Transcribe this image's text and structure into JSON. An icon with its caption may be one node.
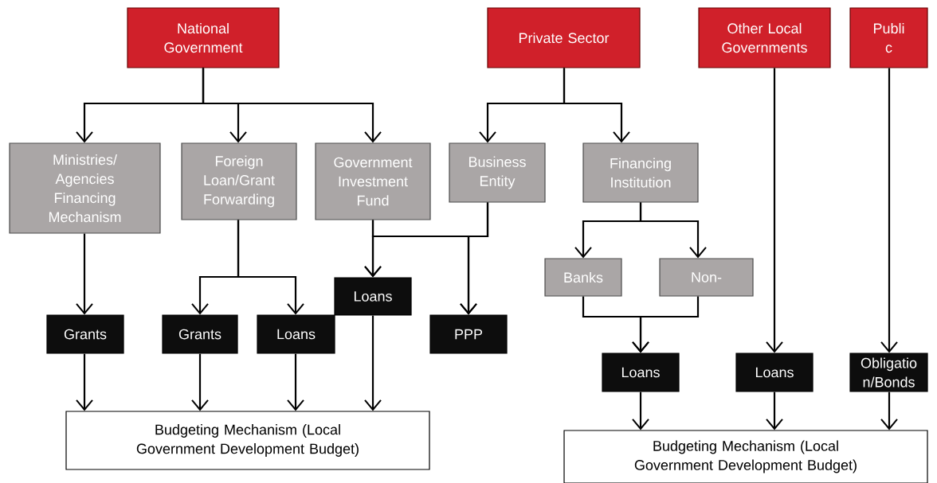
{
  "diagram": {
    "nodes": [
      {
        "text": [
          "National Government"
        ]
      },
      {
        "text": [
          "Private Sector"
        ]
      },
      {
        "text": [
          "Other Local Governments"
        ]
      },
      {
        "text": [
          "Publi c"
        ]
      },
      {
        "text": [
          "Ministries/ Agencies Financing Mechanism"
        ]
      },
      {
        "text": [
          "Foreign Loan/Grant Forwarding"
        ]
      },
      {
        "text": [
          "Government Investment Fund"
        ]
      },
      {
        "text": [
          "Business Entity"
        ]
      },
      {
        "text": [
          "Financing Institution"
        ]
      },
      {
        "text": [
          "Banks"
        ]
      },
      {
        "text": [
          "Non-"
        ]
      },
      {
        "text": [
          "Grants"
        ]
      },
      {
        "text": [
          "Grants"
        ]
      },
      {
        "text": [
          "Loans"
        ]
      },
      {
        "text": [
          "Loans"
        ]
      },
      {
        "text": [
          "PPP"
        ]
      },
      {
        "text": [
          "Loans"
        ]
      },
      {
        "text": [
          "Loans"
        ]
      },
      {
        "text": [
          "Obligatio n/Bonds"
        ]
      },
      {
        "text": [
          "Budgeting Mechanism (Local Government Development Budget)"
        ]
      },
      {
        "text": [
          "Budgeting Mechanism (Local Government Development Budget)"
        ]
      }
    ],
    "edges": [
      {
        "from": 0,
        "to": 4,
        "arrow": "to"
      },
      {
        "from": 0,
        "to": 5,
        "arrow": "to"
      },
      {
        "from": 0,
        "to": 6,
        "arrow": "to"
      },
      {
        "from": 1,
        "to": 7,
        "arrow": "to"
      },
      {
        "from": 1,
        "to": 8,
        "arrow": "to"
      },
      {
        "from": 2,
        "to": 17,
        "arrow": "to"
      },
      {
        "from": 3,
        "to": 18,
        "arrow": "to"
      },
      {
        "from": 4,
        "to": 11,
        "arrow": "to"
      },
      {
        "from": 5,
        "to": 12,
        "arrow": "to"
      },
      {
        "from": 5,
        "to": 13,
        "arrow": "to"
      },
      {
        "from": 6,
        "to": 14,
        "arrow": "to"
      },
      {
        "from": 7,
        "to": 14,
        "arrow": "to"
      },
      {
        "from": 6,
        "to": 15,
        "arrow": "to"
      },
      {
        "from": 7,
        "to": 15,
        "arrow": "to"
      },
      {
        "from": 8,
        "to": 9,
        "arrow": "to"
      },
      {
        "from": 8,
        "to": 10,
        "arrow": "to"
      },
      {
        "from": 9,
        "to": 16,
        "arrow": "to"
      },
      {
        "from": 10,
        "to": 16,
        "arrow": "to"
      },
      {
        "from": 11,
        "to": 19,
        "arrow": "to"
      },
      {
        "from": 12,
        "to": 19,
        "arrow": "to"
      },
      {
        "from": 13,
        "to": 19,
        "arrow": "to"
      },
      {
        "from": 14,
        "to": 19,
        "arrow": "to"
      },
      {
        "from": 16,
        "to": 20,
        "arrow": "to"
      },
      {
        "from": 17,
        "to": 20,
        "arrow": "to"
      },
      {
        "from": 18,
        "to": 20,
        "arrow": "to"
      }
    ]
  }
}
